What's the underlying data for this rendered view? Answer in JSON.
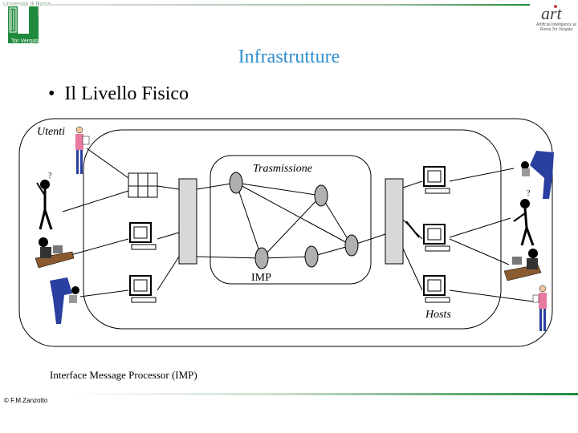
{
  "header": {
    "title": "Infrastrutture",
    "university_text": "Università di Roma",
    "logo_caption": "Tor Vergata",
    "right_logo_caption": "Artificial Intelligence at Roma Tor Vergata"
  },
  "bullet": {
    "text": "Il Livello Fisico"
  },
  "diagram": {
    "users_label": "Utenti",
    "transmission_label": "Trasmissione",
    "imp_label": "IMP",
    "hosts_label": "Hosts",
    "caption": "Interface Message Processor (IMP)"
  },
  "footer": {
    "copyright": "© F.M.Zanzotto"
  },
  "colors": {
    "title": "#2f8fd0",
    "node_fill": "#b0b0b0",
    "bar_fill": "#d8d8d8",
    "logo_green": "#1f8a3c",
    "person_pink": "#e87aa0",
    "person_blue": "#2a3fa0"
  }
}
